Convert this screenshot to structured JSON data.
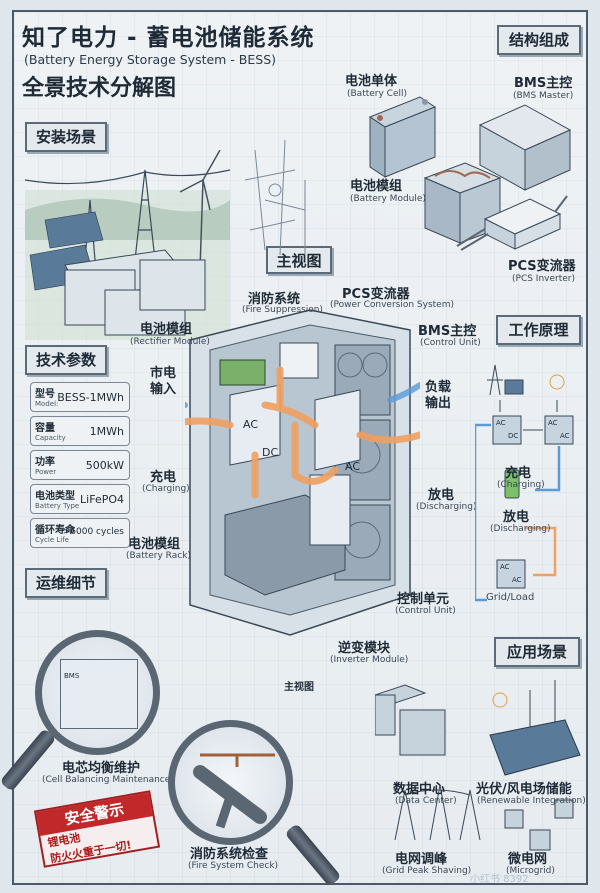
{
  "header": {
    "title": "知了电力 - 蓄电池储能系统",
    "subtitle": "(Battery Energy Storage System - BESS)",
    "title2": "全景技术分解图"
  },
  "sections": {
    "structure": "结构组成",
    "install": "安装场景",
    "main_view": "主视图",
    "principle": "工作原理",
    "params": "技术参数",
    "maintenance": "运维细节",
    "applications": "应用场景"
  },
  "structure": [
    {
      "cn": "电池单体",
      "en": "(Battery Cell)"
    },
    {
      "cn": "BMS主控",
      "en": "(BMS Master)"
    },
    {
      "cn": "电池模组",
      "en": "(Battery Module)"
    },
    {
      "cn": "PCS变流器",
      "en": "(PCS Inverter)"
    }
  ],
  "main_view": {
    "fire": {
      "cn": "消防系统",
      "en": "(Fire Suppression)"
    },
    "pcs": {
      "cn": "PCS变流器",
      "en": "(Power Conversion System)"
    },
    "bms": {
      "cn": "BMS主控",
      "en": "(Control Unit)"
    },
    "rectifier": {
      "cn": "电池模组",
      "en": "(Rectifier Module)"
    },
    "grid_in": "市电输入",
    "load_out": "负载输出",
    "charging": {
      "cn": "充电",
      "en": "(Charging)"
    },
    "discharging": {
      "cn": "放电",
      "en": "(Discharging)"
    },
    "rack": {
      "cn": "电池模组",
      "en": "(Battery Rack)"
    },
    "control": {
      "cn": "控制单元",
      "en": "(Control Unit)"
    },
    "inverter": {
      "cn": "逆变模块",
      "en": "(Inverter Module)"
    },
    "caption": "主视图",
    "ac": "AC",
    "dc": "DC"
  },
  "params": [
    {
      "k": "型号",
      "ke": "Model:",
      "v": "BESS-1MWh"
    },
    {
      "k": "容量",
      "ke": "Capacity",
      "v": "1MWh"
    },
    {
      "k": "功率",
      "ke": "Power",
      "v": "500kW"
    },
    {
      "k": "电池类型",
      "ke": "Battery Type",
      "v": "LiFePO4"
    },
    {
      "k": "循环寿命",
      "ke": "Cycle Life",
      "v": ">6000 cycles"
    }
  ],
  "principle": {
    "ac": "AC",
    "dc": "DC",
    "charging": {
      "cn": "充电",
      "en": "(Charging)"
    },
    "discharging": {
      "cn": "放电",
      "en": "(Discharging)"
    },
    "grid_load": "Grid/Load"
  },
  "maintenance": {
    "cell": {
      "cn": "电芯均衡维护",
      "en": "(Cell Balancing Maintenance)",
      "screen": "BMS"
    },
    "fire": {
      "cn": "消防系统检查",
      "en": "(Fire System Check)"
    },
    "warning": {
      "title": "安全警示",
      "line1": "锂电池",
      "line2": "防火火重于一切!"
    }
  },
  "applications": [
    {
      "cn": "数据中心",
      "en": "(Data Center)"
    },
    {
      "cn": "光伏/风电场储能",
      "en": "(Renewable Integration)"
    },
    {
      "cn": "电网调峰",
      "en": "(Grid Peak Shaving)"
    },
    {
      "cn": "微电网",
      "en": "(Microgrid)"
    }
  ],
  "watermark": "小红书 8392",
  "colors": {
    "charge": "#f0a060",
    "discharge": "#5a9ad8",
    "warning": "#c0282a"
  }
}
